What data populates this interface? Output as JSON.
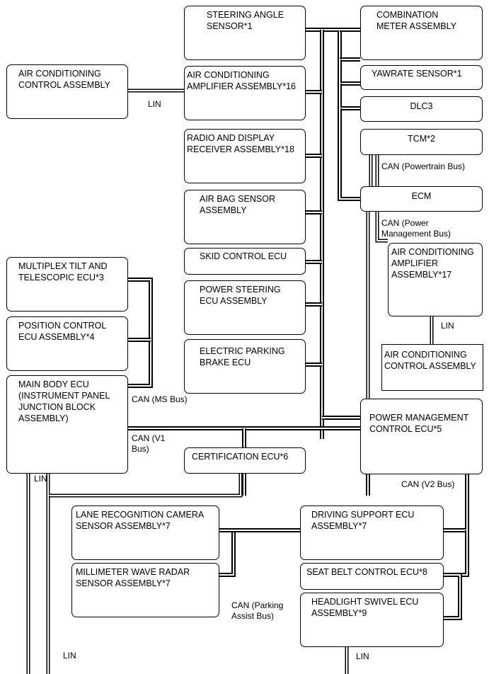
{
  "modules": {
    "steering_angle_sensor": "STEERING ANGLE\nSENSOR*1",
    "combination_meter": "COMBINATION\nMETER ASSEMBLY",
    "ac_control_left": "AIR CONDITIONING\nCONTROL ASSEMBLY",
    "ac_amplifier_16": "AIR CONDITIONING\nAMPLIFIER ASSEMBLY*16",
    "yawrate_sensor": "YAWRATE SENSOR*1",
    "dlc3": "DLC3",
    "radio_display": "RADIO AND DISPLAY\nRECEIVER ASSEMBLY*18",
    "tcm": "TCM*2",
    "air_bag_sensor": "AIR BAG SENSOR\nASSEMBLY",
    "ecm": "ECM",
    "skid_control": "SKID CONTROL ECU",
    "ac_amplifier_17": "AIR CONDITIONING\nAMPLIFIER\nASSEMBLY*17",
    "multiplex_tilt": "MULTIPLEX TILT AND\nTELESCOPIC ECU*3",
    "power_steering": "POWER STEERING\nECU ASSEMBLY",
    "position_control": "POSITION CONTROL\nECU ASSEMBLY*4",
    "electric_parking": "ELECTRIC PARKING\nBRAKE ECU",
    "ac_control_right": "AIR CONDITIONING\nCONTROL ASSEMBLY",
    "main_body": "MAIN BODY ECU\n(INSTRUMENT PANEL\nJUNCTION BLOCK\nASSEMBLY)",
    "power_management": "POWER MANAGEMENT\nCONTROL ECU*5",
    "certification": "CERTIFICATION ECU*6",
    "lane_camera": "LANE RECOGNITION CAMERA\nSENSOR ASSEMBLY*7",
    "driving_support": "DRIVING SUPPORT ECU\nASSEMBLY*7",
    "mm_wave_radar": "MILLIMETER WAVE RADAR\nSENSOR ASSEMBLY*7",
    "seat_belt": "SEAT BELT CONTROL ECU*8",
    "headlight_swivel": "HEADLIGHT SWIVEL ECU\nASSEMBLY*9"
  },
  "labels": {
    "lin_ac_left": "LIN",
    "can_powertrain": "CAN (Powertrain Bus)",
    "can_power_mgmt": "CAN (Power\nManagement Bus)",
    "lin_ac_right": "LIN",
    "can_ms": "CAN (MS Bus)",
    "can_v1": "CAN (V1\nBus)",
    "lin_main_body": "LIN",
    "can_v2": "CAN (V2 Bus)",
    "can_parking": "CAN (Parking\nAssist Bus)",
    "lin_bottom_left": "LIN",
    "lin_bottom_right": "LIN"
  }
}
